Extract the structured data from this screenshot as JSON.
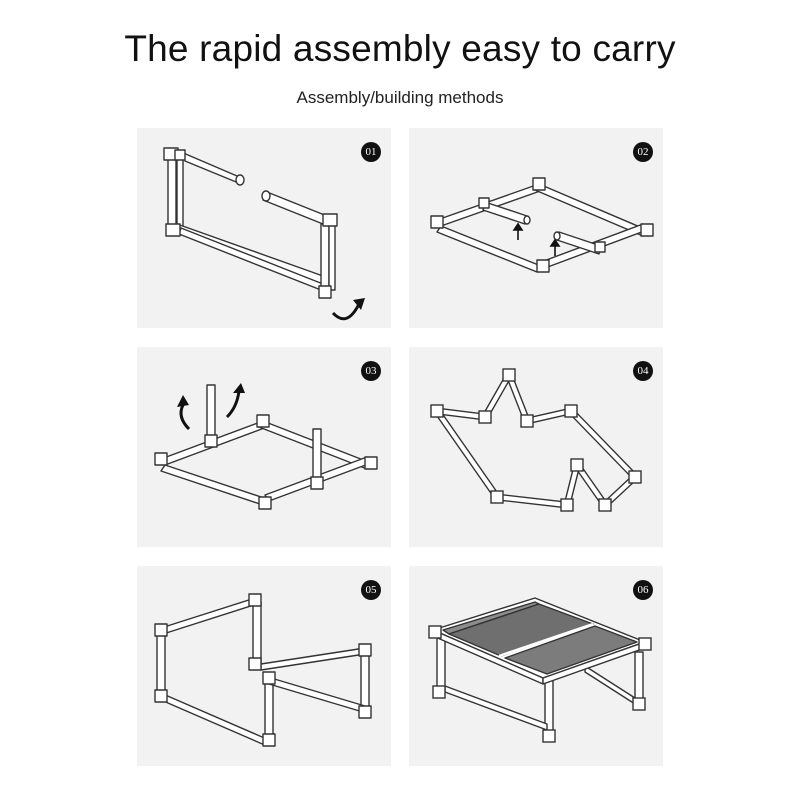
{
  "header": {
    "title": "The rapid assembly easy to carry",
    "subtitle": "Assembly/building methods"
  },
  "steps": [
    {
      "number": "01"
    },
    {
      "number": "02"
    },
    {
      "number": "03"
    },
    {
      "number": "04"
    },
    {
      "number": "05"
    },
    {
      "number": "06"
    }
  ],
  "colors": {
    "panel_background": "#f2f2f2",
    "line": "#333333",
    "badge": "#111111"
  }
}
